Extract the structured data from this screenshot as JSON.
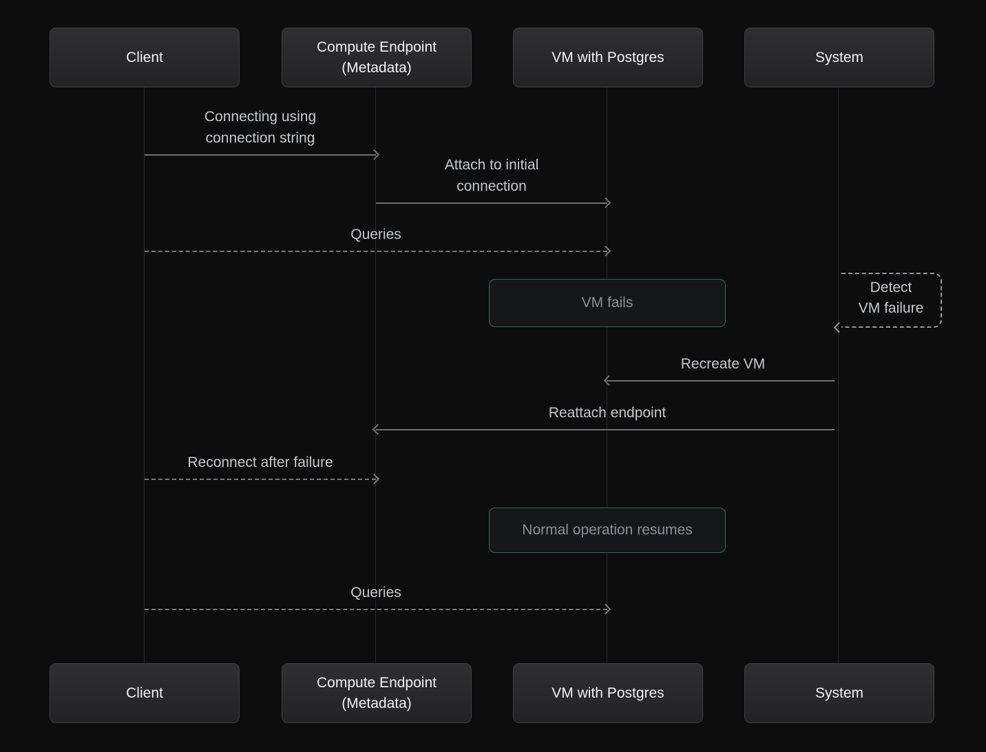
{
  "diagram": {
    "type": "sequence-diagram",
    "colors": {
      "background": "#0d0d0d",
      "actor_fill": "#28282d",
      "actor_border": "#3e3e44",
      "arrow_gray": "#6f7074",
      "note_green_border": "#2a6f56",
      "note_text_gray": "#8b8e93",
      "message_text": "#c6c8cc"
    },
    "actors": [
      {
        "id": "client",
        "label": "Client"
      },
      {
        "id": "compute-endpoint",
        "label": "Compute Endpoint\n(Metadata)"
      },
      {
        "id": "vm-postgres",
        "label": "VM with Postgres"
      },
      {
        "id": "system",
        "label": "System"
      }
    ],
    "messages": [
      {
        "label": "Connecting using\nconnection string",
        "from": "client",
        "to": "compute-endpoint",
        "style": "solid",
        "direction": "right"
      },
      {
        "label": "Attach to initial\nconnection",
        "from": "compute-endpoint",
        "to": "vm-postgres",
        "style": "solid",
        "direction": "right"
      },
      {
        "label": "Queries",
        "from": "client",
        "to": "vm-postgres",
        "style": "dashed",
        "direction": "right"
      },
      {
        "label": "Recreate VM",
        "from": "system",
        "to": "vm-postgres",
        "style": "solid",
        "direction": "left"
      },
      {
        "label": "Reattach endpoint",
        "from": "system",
        "to": "compute-endpoint",
        "style": "solid",
        "direction": "left"
      },
      {
        "label": "Reconnect after failure",
        "from": "client",
        "to": "compute-endpoint",
        "style": "dashed",
        "direction": "right"
      },
      {
        "label": "Queries",
        "from": "client",
        "to": "vm-postgres",
        "style": "dashed",
        "direction": "right"
      }
    ],
    "notes": [
      {
        "label": "VM fails",
        "over": "vm-postgres"
      },
      {
        "label": "Normal operation resumes",
        "over": "vm-postgres"
      }
    ],
    "self_message": {
      "label": "Detect\nVM failure",
      "actor": "system",
      "style": "dashed"
    }
  }
}
